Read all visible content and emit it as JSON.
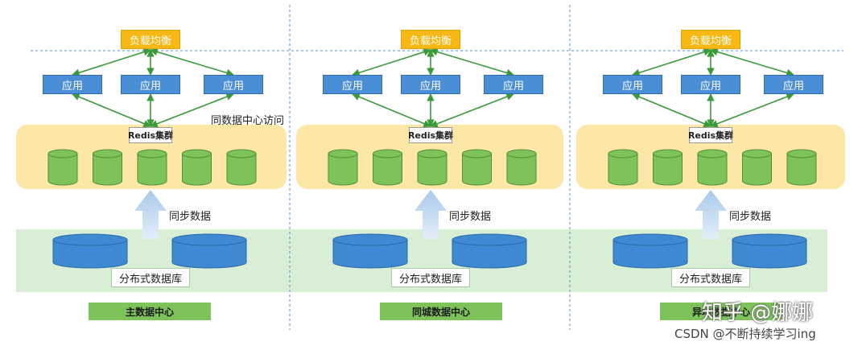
{
  "load_balancer_label": "负载均衡",
  "app_label": "应用",
  "redis_label": "Redis集群",
  "same_dc_access_label": "同数据中心访问",
  "sync_label": "同步数据",
  "distributed_db_label": "分布式数据库",
  "datacenters": [
    {
      "label": "主数据中心"
    },
    {
      "label": "同城数据中心"
    },
    {
      "label": "异地数据中心"
    }
  ],
  "watermark": {
    "zhihu": "知乎 @娜娜",
    "csdn": "CSDN @不断持续学习ing"
  },
  "colors": {
    "load_balancer": "#f7b814",
    "app": "#4a8fd6",
    "redis_band": "#fde7a6",
    "cache_node": "#7dc35a",
    "db_band": "#d9efd5",
    "db_cylinder": "#3f89d2",
    "datacenter_tag": "#7dc35a",
    "arrow": "#3a9a3a",
    "sync_arrow": "#b8d4ef"
  }
}
